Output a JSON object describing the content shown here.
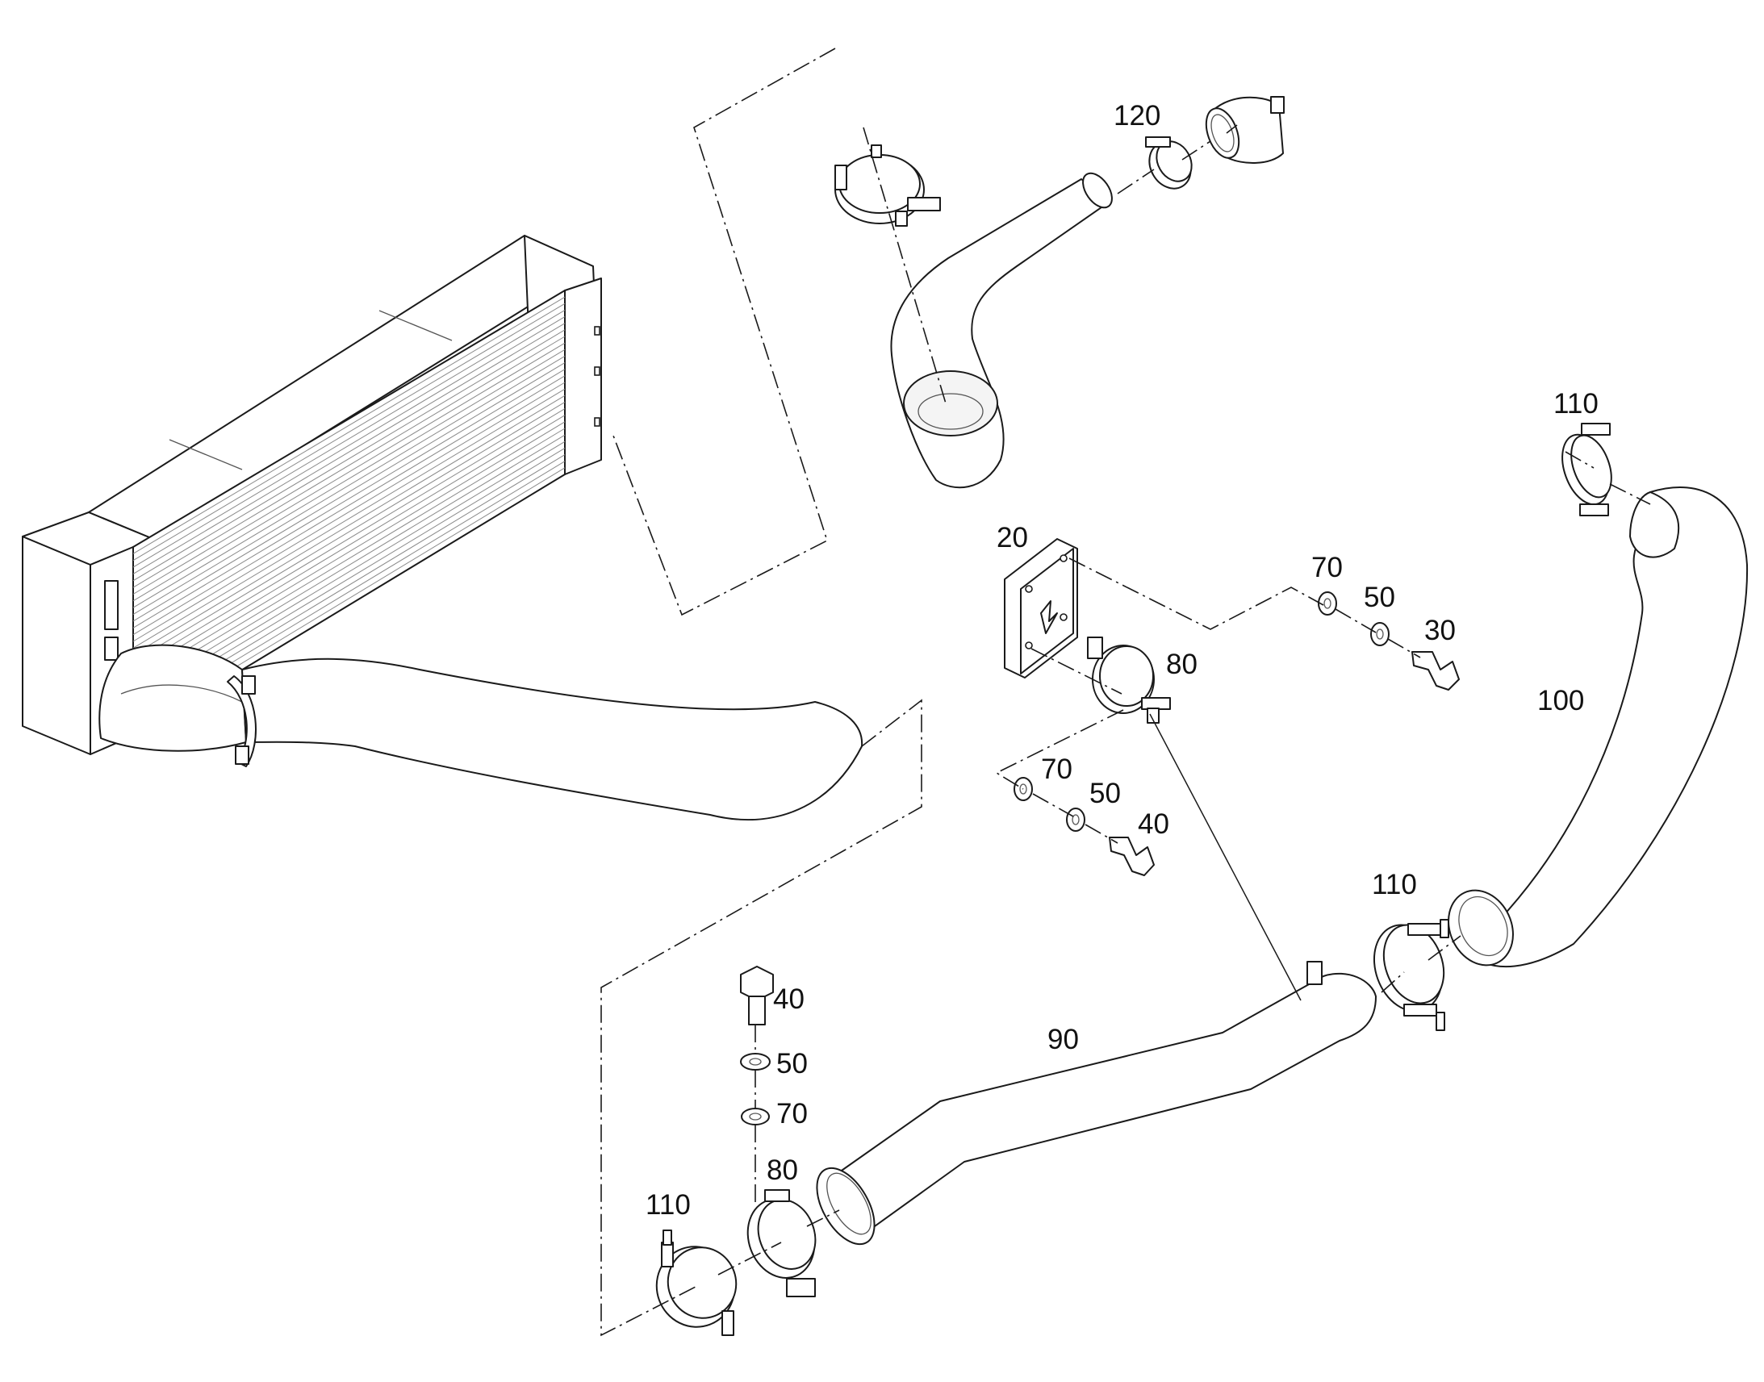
{
  "callouts": {
    "c20": "20",
    "c30": "30",
    "c40_right": "40",
    "c40_bottom": "40",
    "c50_top": "50",
    "c50_mid": "50",
    "c50_bottom": "50",
    "c70_top": "70",
    "c70_mid": "70",
    "c70_bottom": "70",
    "c80_right": "80",
    "c80_bottom": "80",
    "c90": "90",
    "c100": "100",
    "c110_top": "110",
    "c110_mid": "110",
    "c110_bottom": "110",
    "c120": "120"
  }
}
